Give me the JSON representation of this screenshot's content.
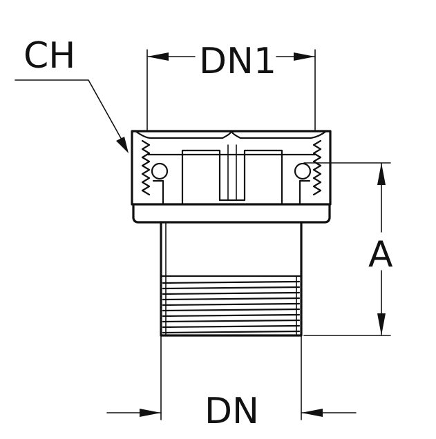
{
  "labels": {
    "ch": "CH",
    "dn1": "DN1",
    "a": "A",
    "dn": "DN"
  }
}
